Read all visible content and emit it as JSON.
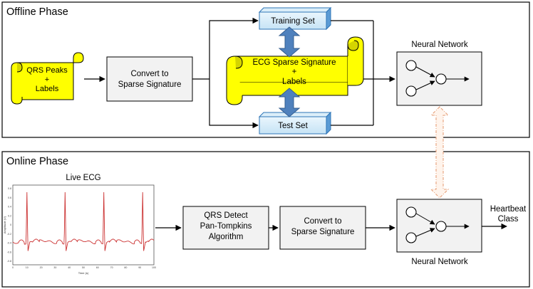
{
  "offline_phase": {
    "title": "Offline Phase",
    "qrs_scroll": {
      "line1": "QRS Peaks",
      "line2": "+",
      "line3": "Labels"
    },
    "convert_box": {
      "line1": "Convert to",
      "line2": "Sparse Signature"
    },
    "training_set": "Training Set",
    "test_set": "Test  Set",
    "signature_scroll": {
      "line1": "ECG Sparse Signature",
      "line2": "+",
      "line3": "Labels"
    },
    "network_label": "Neural Network"
  },
  "online_phase": {
    "title": "Online Phase",
    "ecg_plot": {
      "title": "Live ECG",
      "ylabel": "Amplitude (V)",
      "xlabel": "Time (s)",
      "x_ticks": [
        "0",
        "10",
        "20",
        "30",
        "40",
        "50",
        "60",
        "70",
        "80",
        "90",
        "100"
      ],
      "y_ticks": [
        "0.8",
        "0.6",
        "0.4",
        "0.2",
        "0",
        "-0.2",
        "-0.4",
        "-0.6",
        "-0.8"
      ]
    },
    "detect_box": {
      "line1": "QRS Detect",
      "line2": "Pan-Tompkins",
      "line3": "Algorithm"
    },
    "convert_box": {
      "line1": "Convert to",
      "line2": "Sparse Signature"
    },
    "network_label": "Neural Network",
    "output": {
      "line1": "Heartbeat",
      "line2": "Class"
    }
  },
  "colors": {
    "scroll_fill": "#ffff00",
    "box_fill": "#f2f2f2",
    "set_fill": "#dbeef9",
    "set_side": "#5b9bd5",
    "double_arrow": "#4f81bd",
    "dashed_arrow": "#e6a07a",
    "ecg_trace": "#cc3333"
  }
}
